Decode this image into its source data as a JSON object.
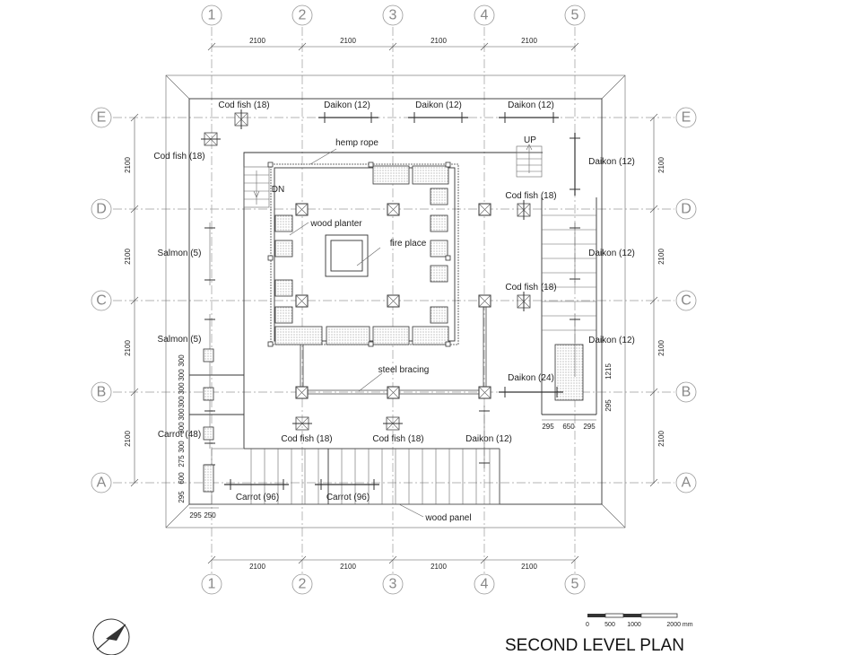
{
  "grid": {
    "columns": [
      "1",
      "2",
      "3",
      "4",
      "5"
    ],
    "rows": [
      "E",
      "D",
      "C",
      "B",
      "A"
    ],
    "spacing_label": "2100"
  },
  "labels": {
    "cod_fish_18": "Cod fish (18)",
    "daikon_12": "Daikon (12)",
    "daikon_24": "Daikon (24)",
    "salmon_5": "Salmon (5)",
    "carrot_48": "Carrot (48)",
    "carrot_96": "Carrot (96)",
    "hemp_rope": "hemp rope",
    "wood_planter": "wood planter",
    "fire_place": "fire place",
    "steel_bracing": "steel bracing",
    "wood_panel": "wood panel",
    "up": "UP",
    "dn": "DN"
  },
  "dimensions": {
    "left_chain": [
      "300",
      "300",
      "300",
      "300",
      "300",
      "300",
      "300",
      "275",
      "600",
      "295"
    ],
    "bottom_left": [
      "295",
      "250"
    ],
    "right_bottom": [
      "295",
      "650",
      "295"
    ],
    "right_vertical": [
      "1215",
      "295"
    ]
  },
  "scale_bar": {
    "ticks": [
      "0",
      "500",
      "1000",
      "2000 mm"
    ]
  },
  "title": "SECOND LEVEL PLAN"
}
